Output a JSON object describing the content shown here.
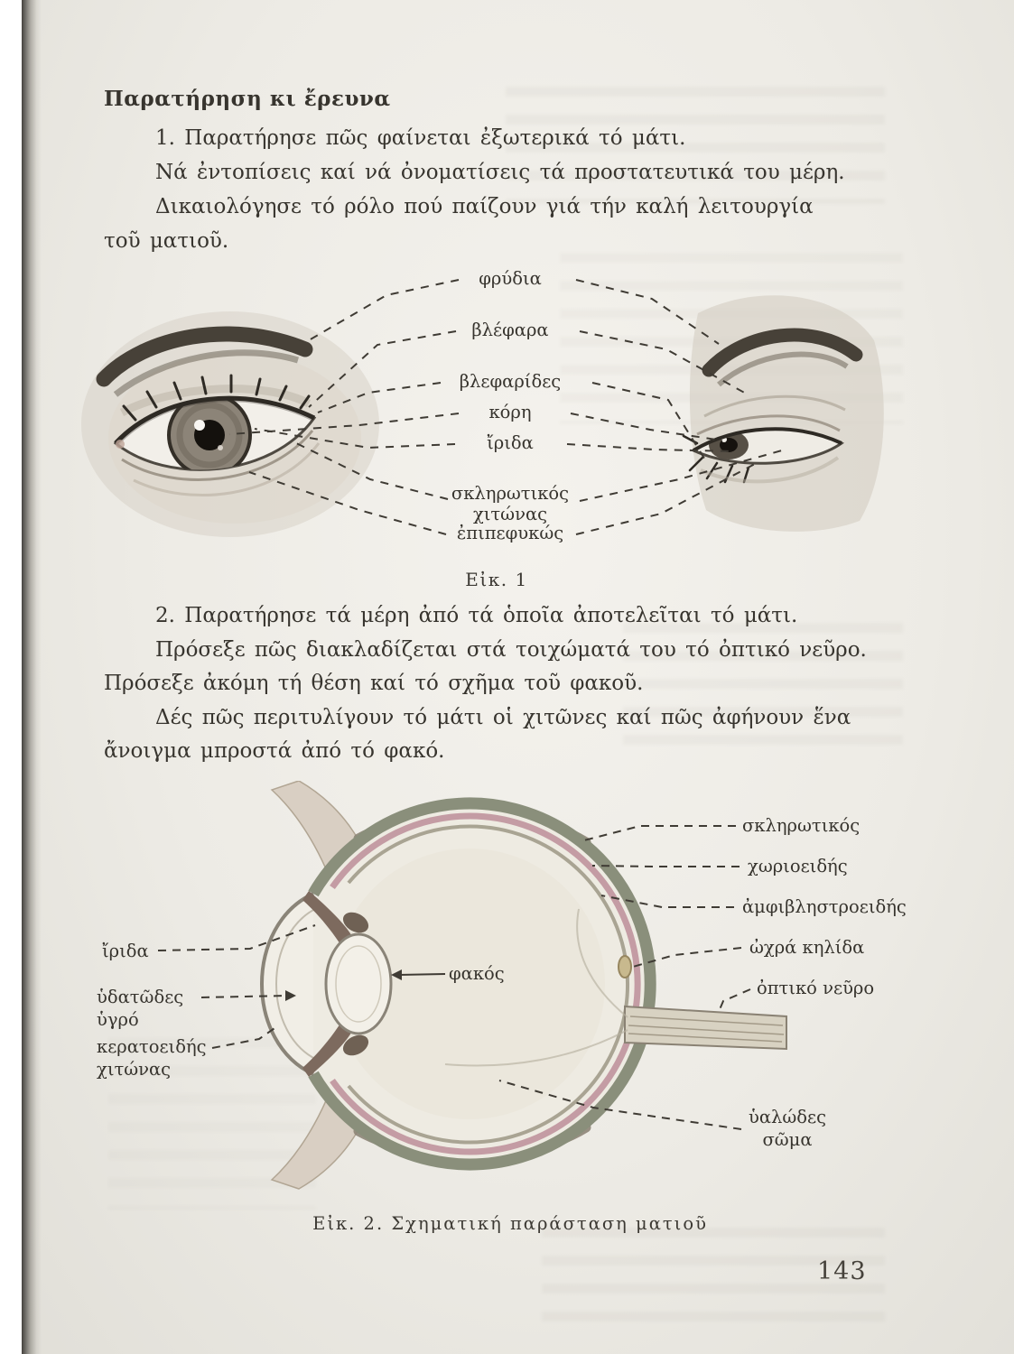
{
  "page": {
    "heading": "Παρατήρηση κι ἔρευνα",
    "number": "143"
  },
  "section1": {
    "lines": [
      "1. Παρατήρησε πῶς φαίνεται ἐξωτερικά τό μάτι.",
      "Νά ἐντοπίσεις καί νά ὀνοματίσεις τά προστατευτικά του μέρη.",
      "Δικαιολόγησε τό ρόλο πού παίζουν γιά τήν καλή λειτουργία",
      "τοῦ ματιοῦ."
    ]
  },
  "figure1": {
    "caption": "Εἰκ. 1",
    "labels": {
      "eyebrows": "φρύδια",
      "eyelids": "βλέφαρα",
      "eyelashes": "βλεφαρίδες",
      "pupil": "κόρη",
      "iris": "ἴριδα",
      "sclera": "σκληρωτικός χιτώνας",
      "conjunctiva": "ἐπιπεφυκώς"
    }
  },
  "section2": {
    "lines": [
      "2. Παρατήρησε τά μέρη ἀπό τά ὁποῖα ἀποτελεῖται τό μάτι.",
      "Πρόσεξε πῶς διακλαδίζεται στά τοιχώματά του τό ὀπτικό νεῦρο.",
      "Πρόσεξε ἀκόμη τή θέση καί τό σχῆμα τοῦ φακοῦ.",
      "Δές πῶς περιτυλίγουν τό μάτι οἱ χιτῶνες καί πῶς ἀφήνουν ἕνα",
      "ἄνοιγμα μπροστά ἀπό τό φακό."
    ]
  },
  "figure2": {
    "caption": "Εἰκ. 2. Σχηματική παράσταση ματιοῦ",
    "labels": {
      "sclera": "σκληρωτικός",
      "choroid": "χωριοειδής",
      "retina": "ἀμφιβληστροειδής",
      "macula": "ὠχρά κηλίδα",
      "optic_nerve": "ὀπτικό νεῦρο",
      "vitreous": "ὑαλώδες σῶμα",
      "iris": "ἴριδα",
      "aqueous": "ὑδατῶδες ὑγρό",
      "cornea": "κερατοειδής χιτώνας",
      "lens": "φακός"
    },
    "colors": {
      "sclera": "#8a8f7b",
      "choroid": "#c49ca4",
      "retina": "#a9a493"
    }
  }
}
